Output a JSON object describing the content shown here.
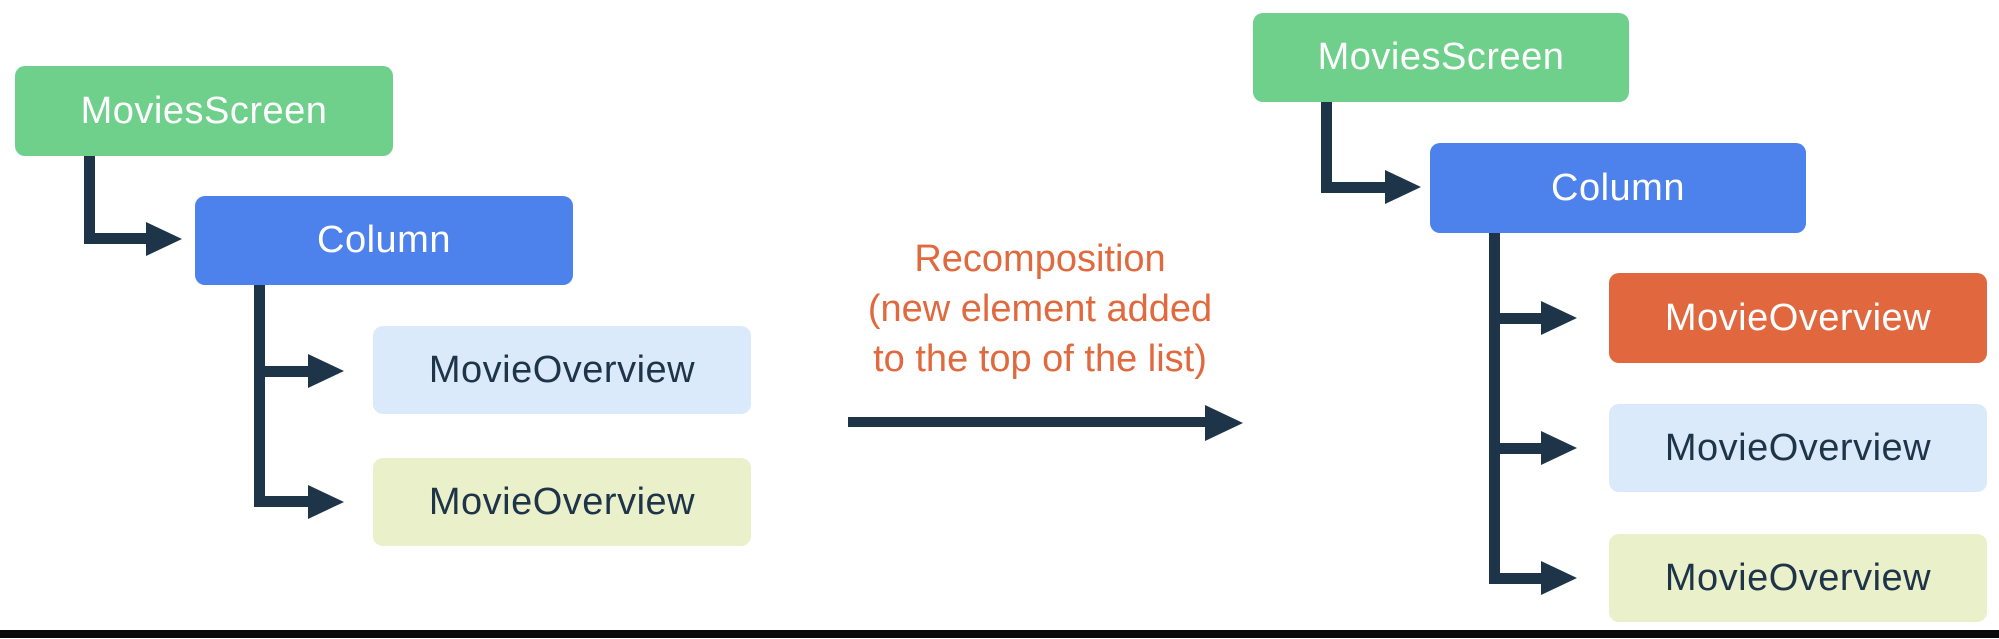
{
  "colors": {
    "navy": "#1d3449",
    "orange": "#e0693e",
    "bar": "#0a0a0a"
  },
  "left_tree": {
    "root": {
      "label": "MoviesScreen",
      "bg": "#6fd08c",
      "fg": "#ffffff"
    },
    "column": {
      "label": "Column",
      "bg": "#4d82ec",
      "fg": "#ffffff"
    },
    "children": [
      {
        "label": "MovieOverview",
        "bg": "#daeafb",
        "fg": "#1d3449"
      },
      {
        "label": "MovieOverview",
        "bg": "#eaf0c9",
        "fg": "#1d3449"
      }
    ]
  },
  "annotation": {
    "lines": [
      "Recomposition",
      "(new element added",
      "to the top of the list)"
    ]
  },
  "right_tree": {
    "root": {
      "label": "MoviesScreen",
      "bg": "#6fd08c",
      "fg": "#ffffff"
    },
    "column": {
      "label": "Column",
      "bg": "#4d82ec",
      "fg": "#ffffff"
    },
    "children": [
      {
        "label": "MovieOverview",
        "bg": "#e0673e",
        "fg": "#ffffff"
      },
      {
        "label": "MovieOverview",
        "bg": "#daeafb",
        "fg": "#1d3449"
      },
      {
        "label": "MovieOverview",
        "bg": "#eaf0c9",
        "fg": "#1d3449"
      }
    ]
  }
}
